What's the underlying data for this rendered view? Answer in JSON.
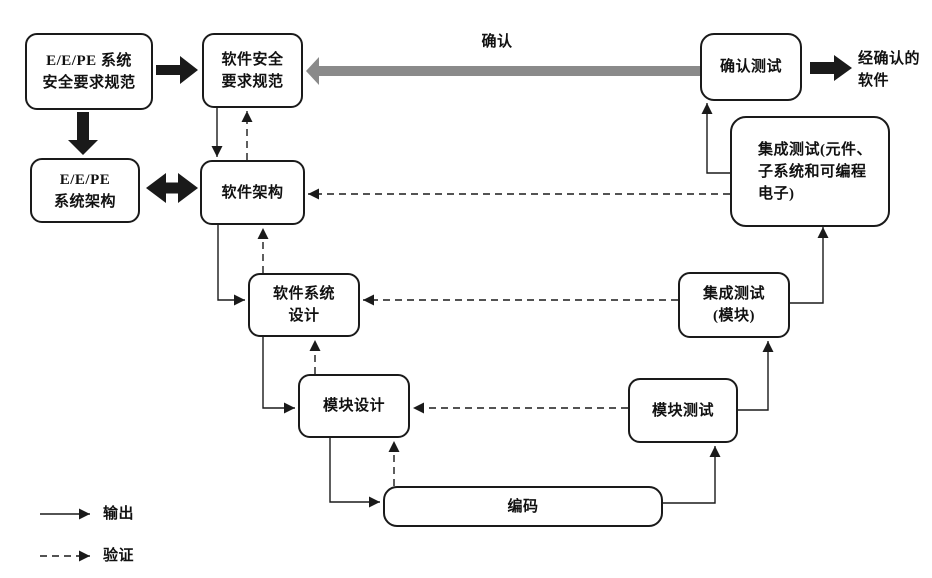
{
  "diagram": {
    "validation_arrow_label": "确认",
    "nodes": {
      "eepe_system_safety_req": {
        "label": "E/E/PE 系统\n安全要求规范"
      },
      "software_safety_req": {
        "label": "软件安全\n要求规范"
      },
      "eepe_system_arch": {
        "label": "E/E/PE\n系统架构"
      },
      "software_arch": {
        "label": "软件架构"
      },
      "software_system_design": {
        "label": "软件系统\n设计"
      },
      "module_design": {
        "label": "模块设计"
      },
      "coding": {
        "label": "编码"
      },
      "module_test": {
        "label": "模块测试"
      },
      "integration_test_module": {
        "label": "集成测试\n(模块)"
      },
      "integration_test_pe": {
        "label": "集成测试(元件、\n子系统和可编程\n电子)"
      },
      "validation_test": {
        "label": "确认测试"
      },
      "validated_software": {
        "label": "经确认的\n软件"
      }
    },
    "legend": {
      "output_label": "输出",
      "verification_label": "验证"
    },
    "colors": {
      "line": "#1a1a1a",
      "box_border": "#1a1a1a",
      "box_fill": "#ffffff",
      "validation_arrow": "#8a8a8a",
      "background": "#ffffff"
    }
  }
}
